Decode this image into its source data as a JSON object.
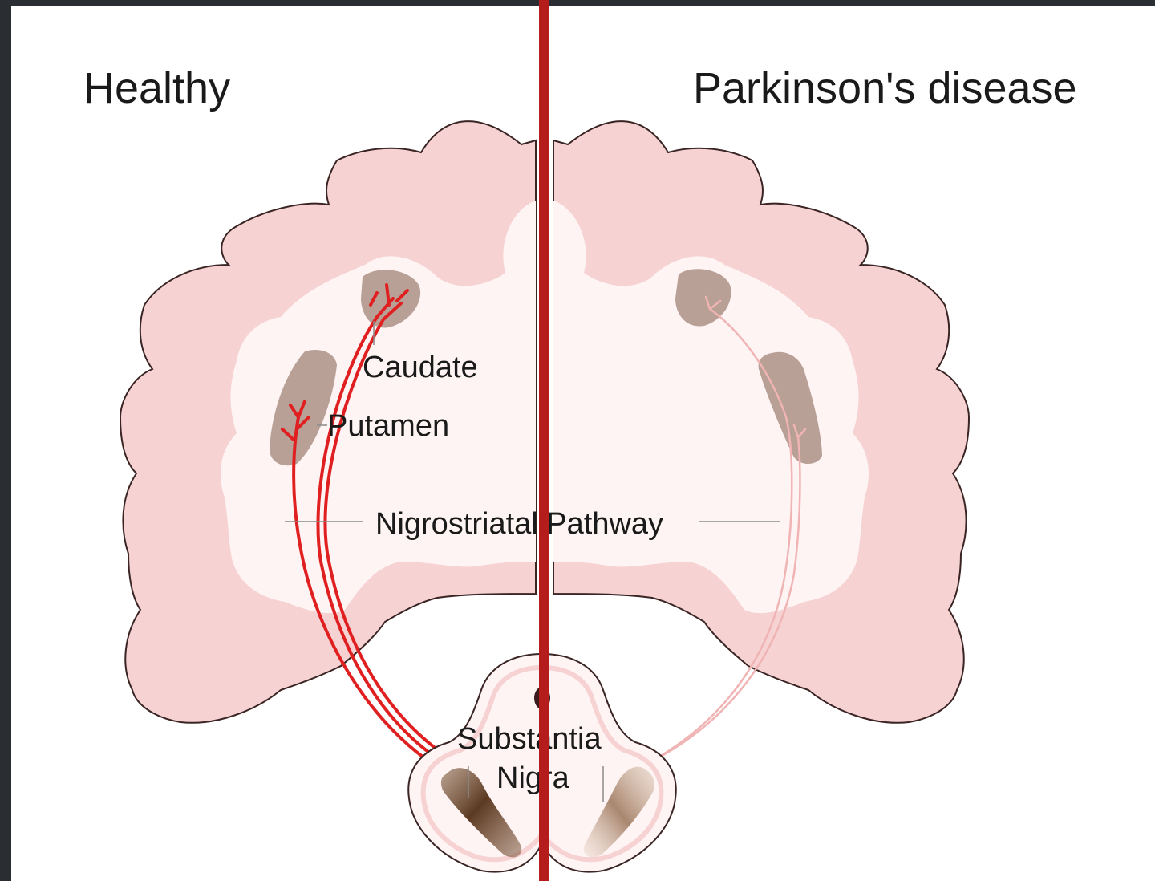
{
  "titles": {
    "healthy": "Healthy",
    "disease": "Parkinson's disease"
  },
  "labels": {
    "caudate": "Caudate",
    "putamen": "Putamen",
    "pathway": "Nigrostriatal Pathway",
    "substantia": "Substantia",
    "nigra": "Nigra"
  },
  "colors": {
    "frame": "#2a2d31",
    "panel": "#ffffff",
    "cortex": "#f6d2d3",
    "white_matter": "#fff4f4",
    "outline": "#3a2424",
    "nucleus": "#b9a097",
    "pathway_healthy": "#e02020",
    "pathway_disease": "#f0b4b4",
    "divider": "#b51c1c",
    "substantia_pigment": "#5c3a22"
  }
}
